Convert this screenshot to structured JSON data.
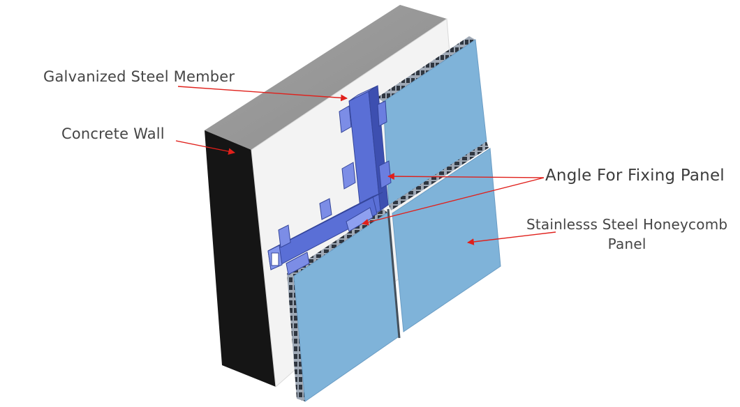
{
  "labels": {
    "galvanized_steel_member": "Galvanized Steel Member",
    "concrete_wall": "Concrete Wall",
    "angle_for_fixing_panel": "Angle For Fixing Panel",
    "panel_line1": "Stainlesss Steel Honeycomb",
    "panel_line2": "Panel"
  },
  "colors": {
    "arrow": "#e0201b",
    "panel": "#7fb3d9",
    "steel": "#5a6fd6",
    "concrete_top": "#999999",
    "concrete_face": "#f4f4f4",
    "concrete_side": "#141414",
    "text": "#454545"
  }
}
